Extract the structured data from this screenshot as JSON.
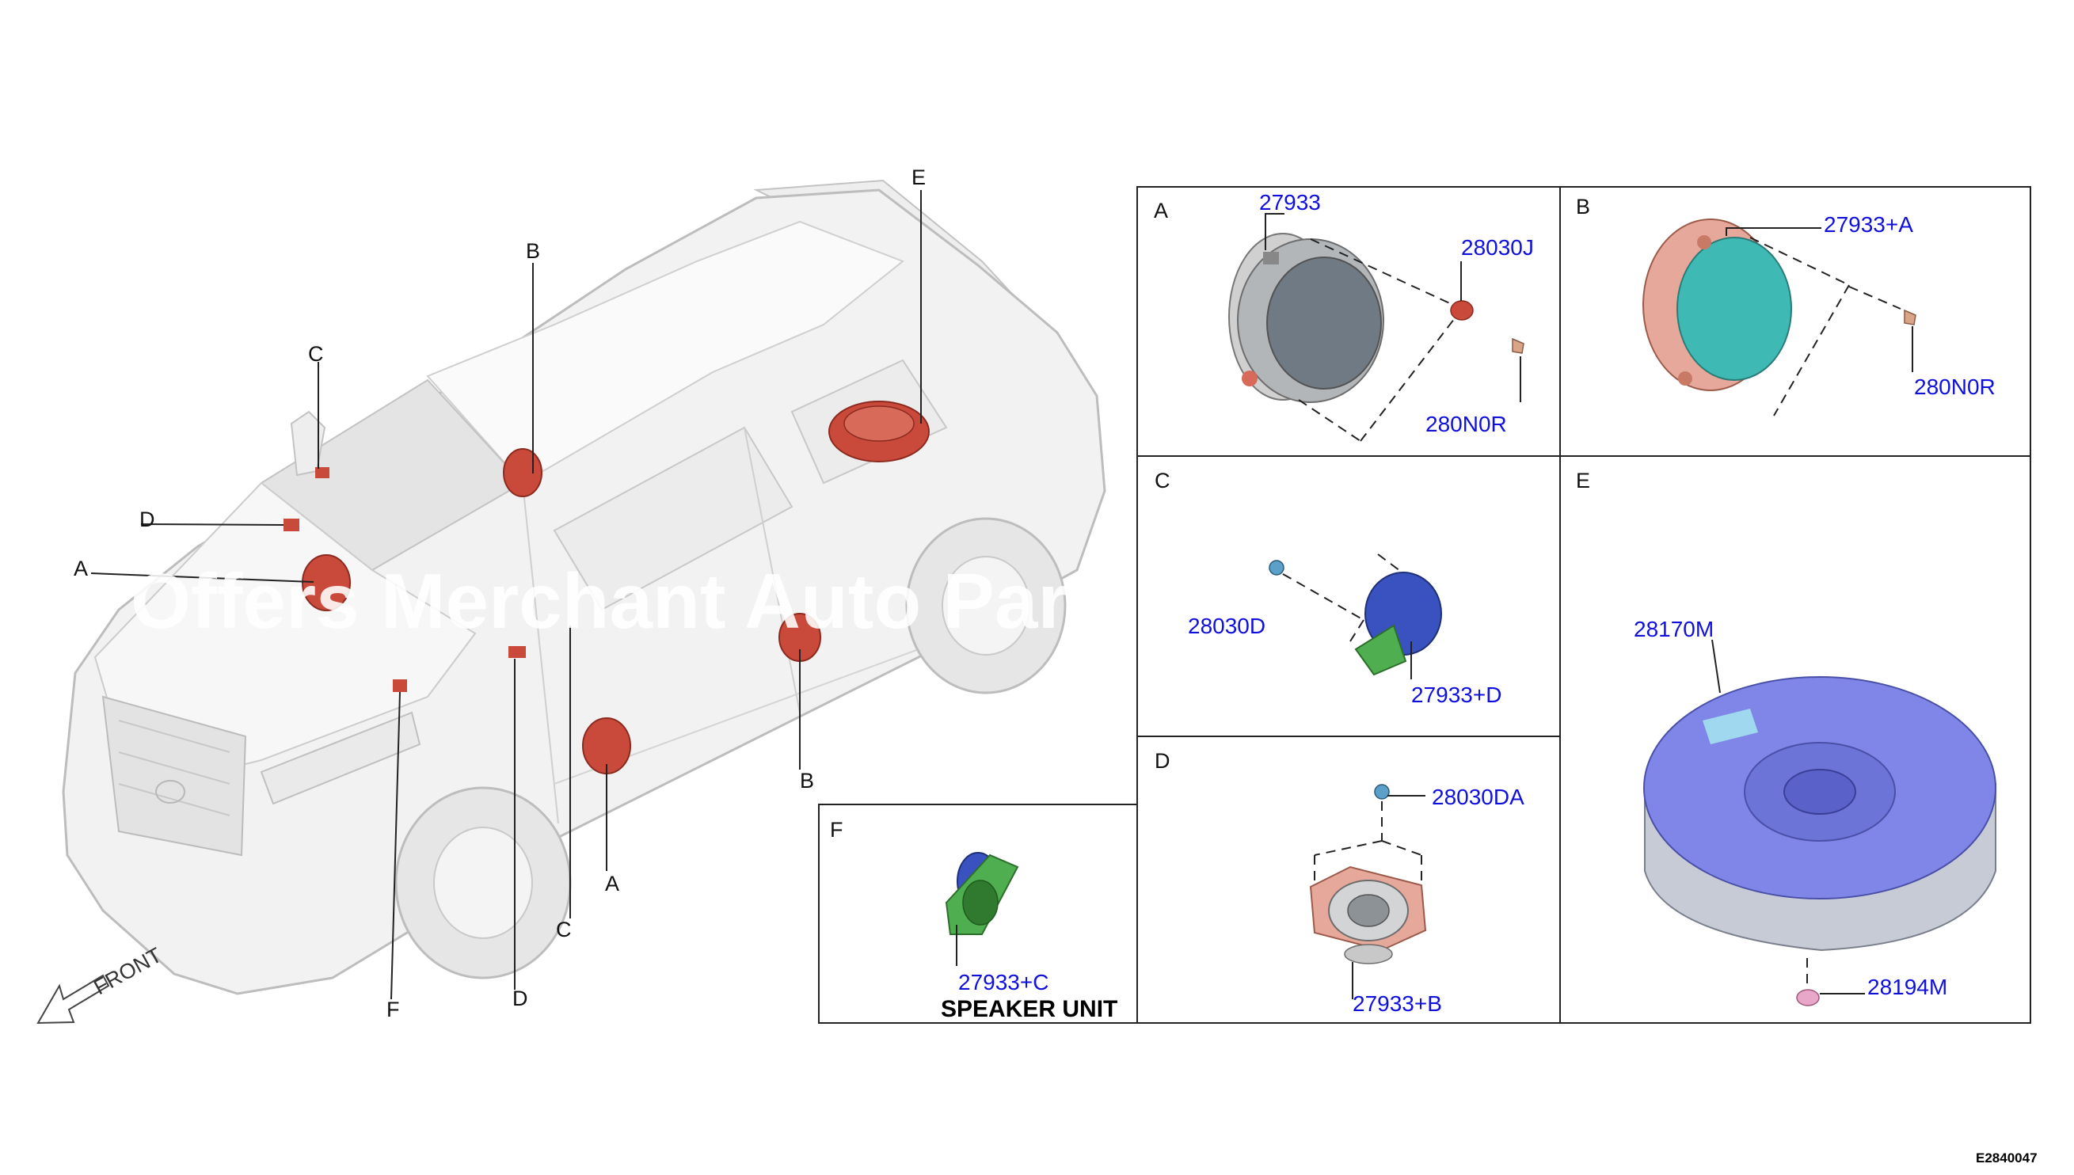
{
  "diagram": {
    "id_code": "E2840047",
    "front_label": "FRONT",
    "watermark": "Offers Merchant Auto Parts",
    "vehicle_callouts": [
      "E",
      "B",
      "C",
      "D",
      "A",
      "B",
      "A",
      "C",
      "D",
      "F"
    ],
    "panels": {
      "A": {
        "letter": "A",
        "parts": [
          "27933",
          "28030J",
          "280N0R"
        ]
      },
      "B": {
        "letter": "B",
        "parts": [
          "27933+A",
          "280N0R"
        ]
      },
      "C": {
        "letter": "C",
        "parts": [
          "28030D",
          "27933+D"
        ]
      },
      "D": {
        "letter": "D",
        "parts": [
          "28030DA",
          "27933+B"
        ]
      },
      "E": {
        "letter": "E",
        "parts": [
          "28170M",
          "28194M"
        ]
      },
      "F": {
        "letter": "F",
        "parts": [
          "27933+C"
        ],
        "caption": "SPEAKER UNIT"
      }
    },
    "colors": {
      "speaker_red": "#c94a3a",
      "part_number_blue": "#1010dd",
      "subwoofer_blue": "#7f86e8",
      "cone_teal": "#3fb9b3",
      "bracket_green": "#4fae4f",
      "vehicle_outline": "#c8c8c8"
    }
  }
}
